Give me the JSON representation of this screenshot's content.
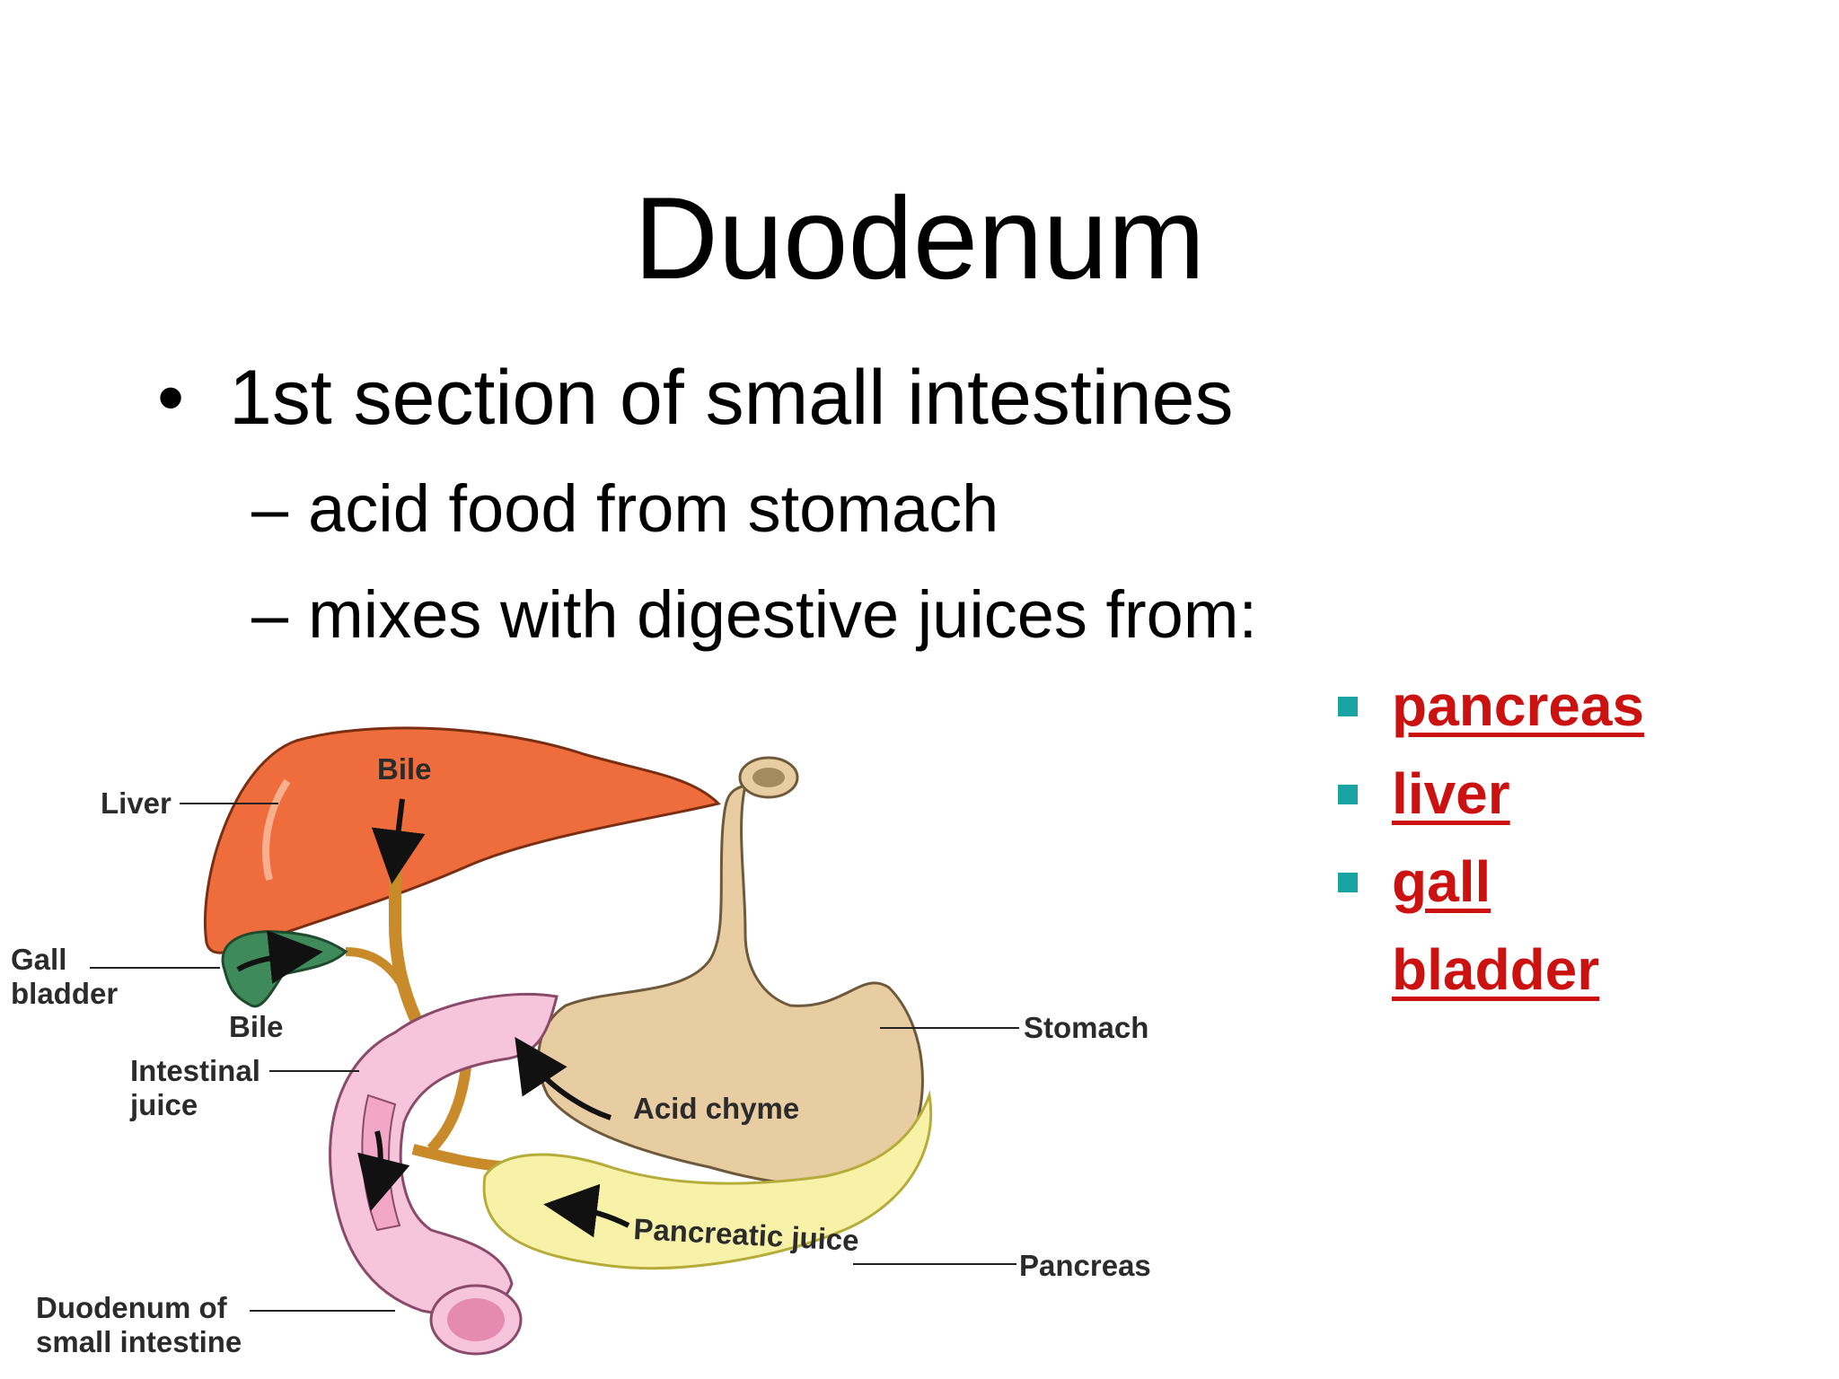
{
  "slide": {
    "title": "Duodenum",
    "bullet_symbol": "•",
    "bullet": "1st section of small intestines",
    "sub_dash": "–",
    "sub_bullets": [
      "acid food from stomach",
      "mixes with digestive juices from:"
    ],
    "sources": [
      "pancreas",
      "liver",
      "gall",
      "bladder"
    ],
    "colors": {
      "source_text": "#cc1111",
      "source_bullet": "#1aa3a3"
    }
  },
  "diagram": {
    "labels": {
      "liver": "Liver",
      "bile_top": "Bile",
      "gall_1": "Gall",
      "gall_2": "bladder",
      "bile_bottom": "Bile",
      "intestinal_1": "Intestinal",
      "intestinal_2": "juice",
      "duodenum_1": "Duodenum of",
      "duodenum_2": "small intestine",
      "stomach": "Stomach",
      "acid_chyme": "Acid chyme",
      "pancreatic_juice": "Pancreatic juice",
      "pancreas": "Pancreas"
    },
    "colors": {
      "liver": "#ef6d3c",
      "gall_bladder": "#3f8a5a",
      "stomach": "#e8cda3",
      "duodenum": "#f6c5dc",
      "pancreas": "#f7f2a8",
      "duct": "#c98a2a"
    }
  }
}
